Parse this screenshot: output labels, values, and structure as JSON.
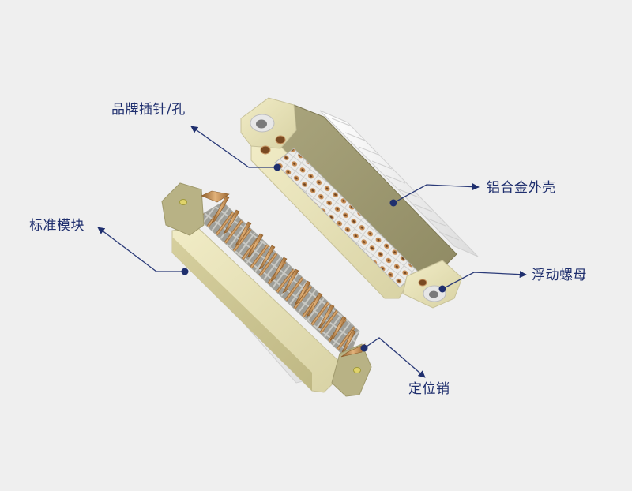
{
  "diagram": {
    "background": "#efefef",
    "accent_color": "#1f2f6e",
    "subject": "DIN 41612 style connector pair (female housing and male pin module)",
    "callouts": [
      {
        "id": "brand-pins",
        "label": "品牌插针/孔",
        "target": "female-contact-cavities"
      },
      {
        "id": "aluminum-shell",
        "label": "铝合金外壳",
        "target": "female-housing-body"
      },
      {
        "id": "floating-nut",
        "label": "浮动螺母",
        "target": "female-mounting-eyelet"
      },
      {
        "id": "standard-module",
        "label": "标准模块",
        "target": "male-module-insulator"
      },
      {
        "id": "locating-pin",
        "label": "定位销",
        "target": "male-locating-pin"
      }
    ]
  }
}
